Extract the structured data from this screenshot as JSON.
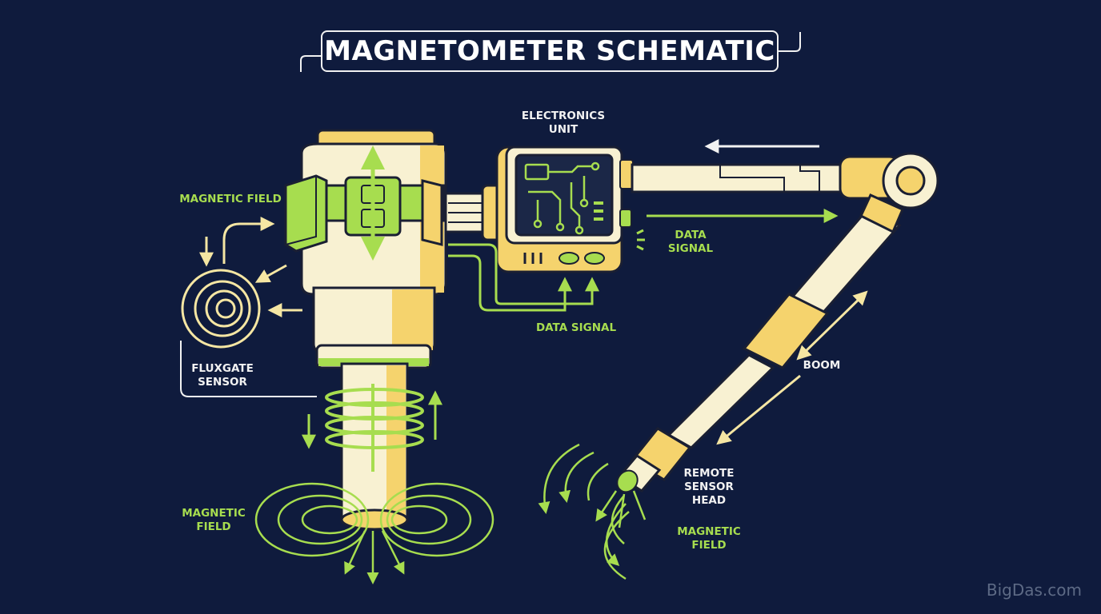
{
  "title": "MAGNETOMETER SCHEMATIC",
  "labels": {
    "electronics_unit": "ELECTRONICS\nUNIT",
    "magnetic_field_top": "MAGNETIC FIELD",
    "data_signal_right": "DATA\nSIGNAL",
    "data_signal_bottom": "DATA SIGNAL",
    "fluxgate_sensor": "FLUXGATE\nSENSOR",
    "boom": "BOOM",
    "magnetic_field_bottom_left": "MAGNETIC\nFIELD",
    "remote_sensor_head": "REMOTE\nSENSOR\nHEAD",
    "magnetic_field_bottom_right": "MAGNETIC\nFIELD"
  },
  "watermark": "BigDas.com",
  "colors": {
    "background": "#0f1b3d",
    "cream": "#f8f1d2",
    "yellow": "#f5d36d",
    "green": "#a7dd4f",
    "outline": "#1a1f33",
    "white": "#f2f2f2"
  }
}
